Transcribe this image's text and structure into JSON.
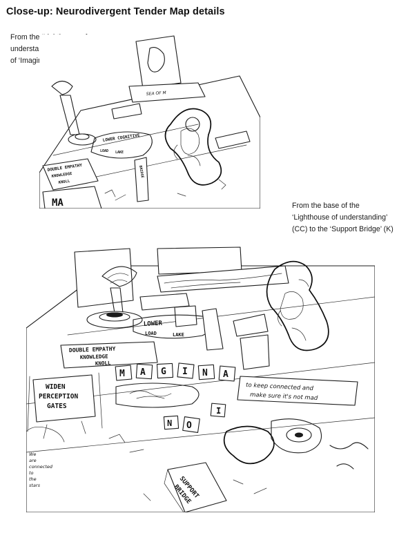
{
  "page": {
    "title": "Close-up: Neurodivergent Tender Map details"
  },
  "captions": {
    "top": [
      "From the ‘Lighthouse of",
      "understanding’ (CC) to the tip",
      "of ‘Imagination Island’ (P)"
    ],
    "right": [
      "From the base of the",
      "‘Lighthouse of understanding’",
      "(CC) to the ‘Support Bridge’ (K)"
    ]
  },
  "sketch_top": {
    "labels": {
      "sea_of_m": "SEA OF M",
      "lower_cognitive": "LOWER COGNITIVE",
      "load": "LOAD",
      "lake": "LAKE",
      "double_empathy": "DOUBLE EMPATHY",
      "knowledge": "KNOWLEDGE",
      "knoll": "KNOLL",
      "bridge": "BRIDGE",
      "ma": "MA"
    }
  },
  "sketch_bottom": {
    "labels": {
      "widen": "WIDEN",
      "perception": "PERCEPTION",
      "gates": "GATES",
      "double_empathy": "DOUBLE EMPATHY",
      "knowledge": "KNOWLEDGE",
      "knoll": "KNOLL",
      "lower": "LOWER",
      "load": "LOAD",
      "lake": "LAKE",
      "note_line1": "to keep connected and",
      "note_line2": "make sure it's not mad",
      "support": "SUPPORT",
      "bridge": "BRIDGE",
      "magina_letters": [
        "M",
        "A",
        "G",
        "I",
        "N",
        "A"
      ],
      "no_letters": [
        "I",
        "N",
        "O"
      ],
      "side_note": [
        "We",
        "are",
        "connected",
        "to",
        "the",
        "stars"
      ]
    }
  }
}
